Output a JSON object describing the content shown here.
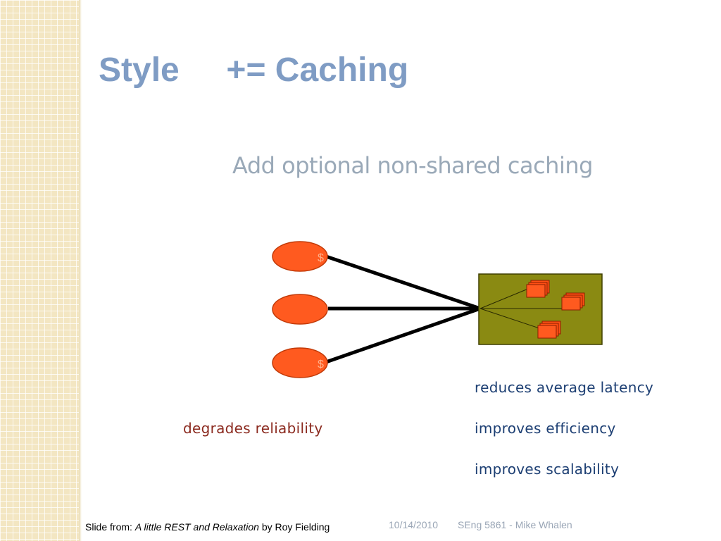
{
  "slide": {
    "title": "Style     += Caching",
    "subtitle": "Add optional non-shared caching"
  },
  "diagram": {
    "cache_marker": "$",
    "client_color": "#ff5a1f",
    "server_color": "#8a8a12",
    "doc_color": "#ff4f14"
  },
  "effects": {
    "negative": "degrades reliability",
    "positive": [
      "reduces average latency",
      "improves efficiency",
      "improves scalability"
    ]
  },
  "footer": {
    "source_prefix": "Slide from: ",
    "source_title": "A little REST and Relaxation",
    "source_suffix": " by Roy Fielding",
    "date": "10/14/2010",
    "course": "SEng 5861 - Mike Whalen"
  },
  "colors": {
    "title": "#7f9cc4",
    "subtitle": "#9aa9b8",
    "negative_text": "#8b2a1f",
    "positive_text": "#1d3f73",
    "side_pattern": "#f3e6c2"
  }
}
